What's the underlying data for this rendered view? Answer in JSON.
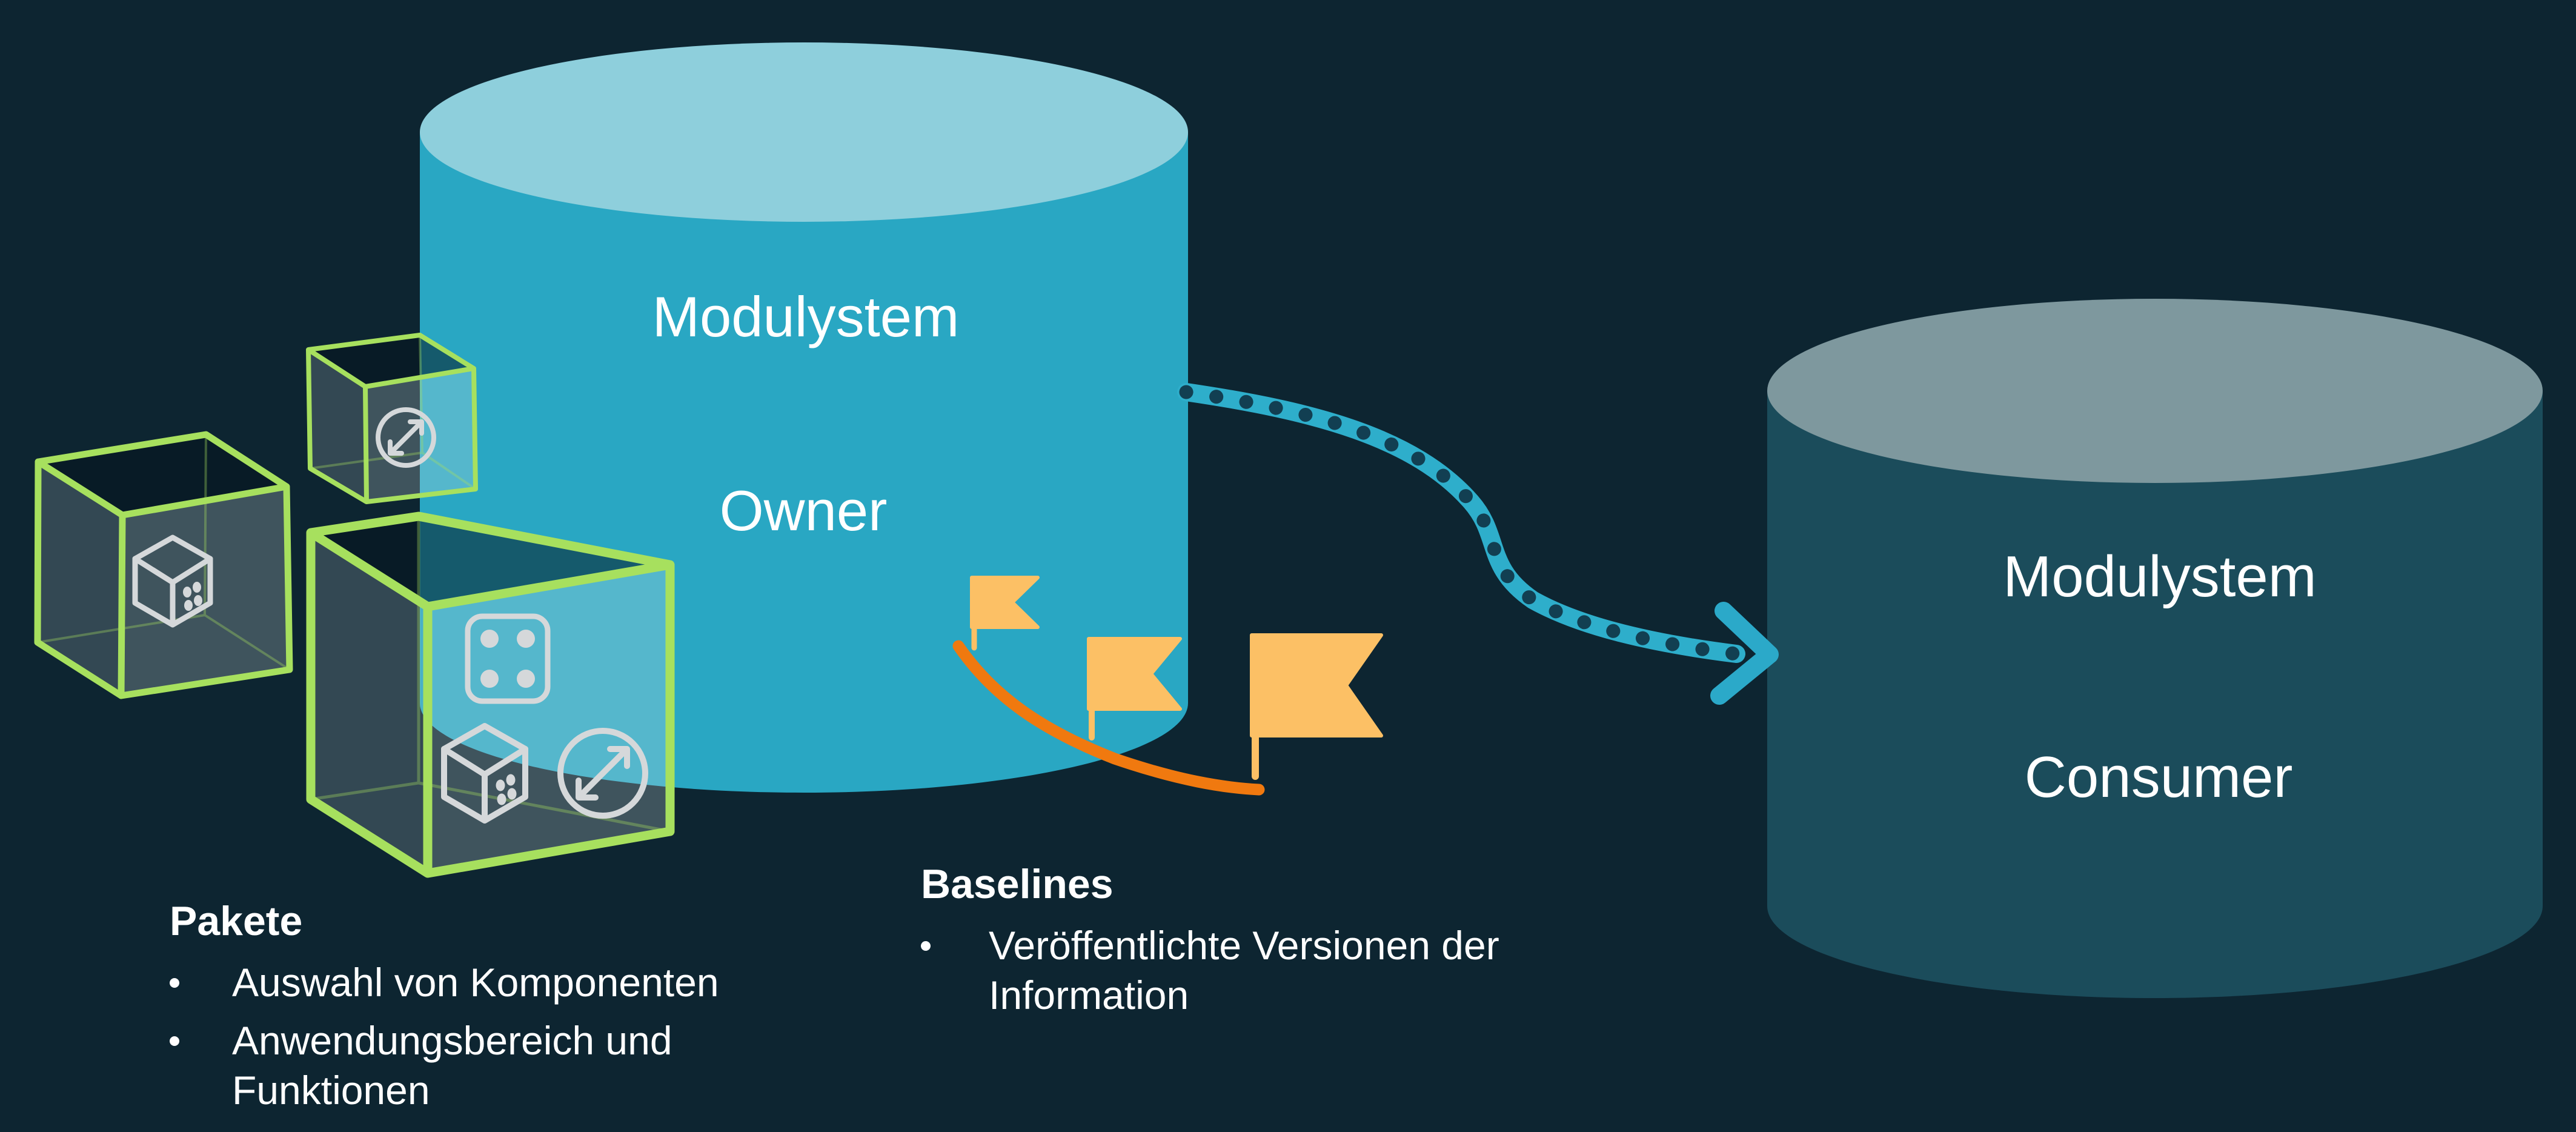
{
  "owner_cylinder": {
    "system_label": "Modulystem",
    "role_label": "Owner"
  },
  "consumer_cylinder": {
    "system_label": "Modulystem",
    "role_label": "Consumer"
  },
  "pakete": {
    "heading": "Pakete",
    "items": [
      "Auswahl von Komponenten",
      "Anwendungsbereich und Funktionen"
    ]
  },
  "baselines": {
    "heading": "Baselines",
    "items": [
      "Veröffentlichte Versionen der Information"
    ]
  },
  "icons": {
    "small_cube": "scale-arrow-icon",
    "mid_cube": "module-box-icon",
    "large_cube": [
      "die-four-icon",
      "module-box-icon",
      "scale-arrow-icon"
    ],
    "flags": "baseline-flag-icon",
    "connector": "dotted-arrow-icon"
  },
  "colors": {
    "bg": "#0d2531",
    "owner-body": "#29a7c3",
    "owner-top": "#8ecfdc",
    "consumer-body": "#1b4c5b",
    "consumer-top": "#7e989e",
    "cube-edge": "#a7e05e",
    "icon": "#d5d8da",
    "flag": "#fcc065",
    "curve": "#f0790f",
    "band": "#2eaecb",
    "band-dot": "#123f52",
    "band-head": "#2ba9c9",
    "label": "#ffffff"
  }
}
